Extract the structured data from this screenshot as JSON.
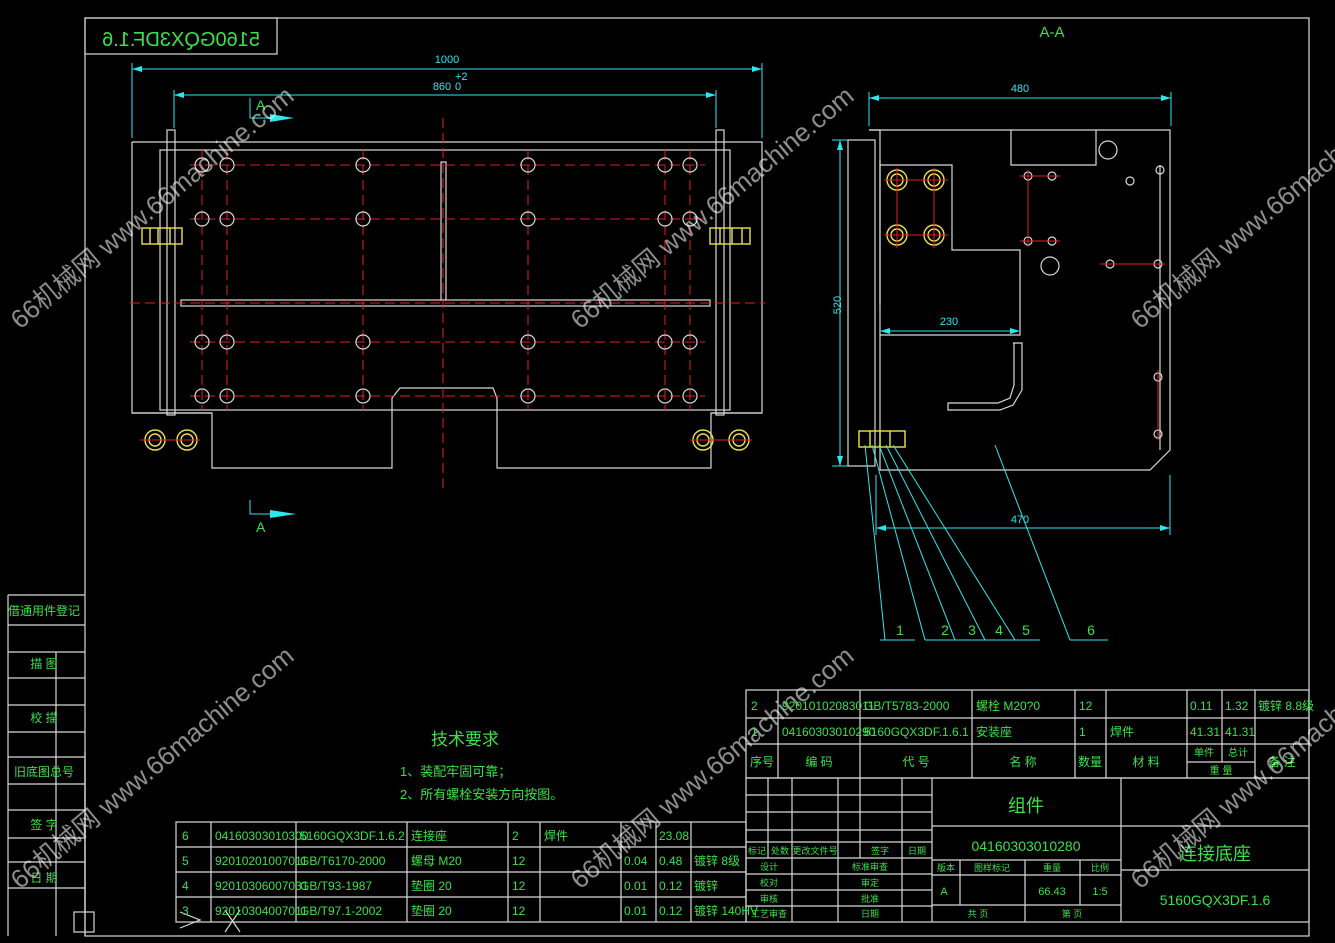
{
  "drawing_code_mirrored": "5160GQX3DF.1.6",
  "section_title": "A-A",
  "section_mark": "A",
  "dims": {
    "overall_width": "1000",
    "inner_width": "860",
    "inner_tol": "+2",
    "inner_tol_lo": "0",
    "side_width": "480",
    "side_height": "520",
    "side_inner": "230",
    "side_bottom": "470"
  },
  "balloons": [
    "1",
    "2",
    "3",
    "4",
    "5",
    "6"
  ],
  "left_strip": [
    "借通用件登记",
    "描 图",
    "校 描",
    "旧底图总号",
    "签 字",
    "日 期"
  ],
  "tech_req": {
    "title": "技术要求",
    "items": [
      "1、装配牢固可靠；",
      "2、所有螺栓安装方向按图。"
    ]
  },
  "bom_lower": [
    [
      "6",
      "04160303010300",
      "5160GQX3DF.1.6.2",
      "连接座",
      "2",
      "焊件",
      "",
      "23.08",
      ""
    ],
    [
      "5",
      "92010201007011",
      "GB/T6170-2000",
      "螺母 M20",
      "12",
      "",
      "0.04",
      "0.48",
      "镀锌 8级"
    ],
    [
      "4",
      "92010306007031",
      "GB/T93-1987",
      "垫圈 20",
      "12",
      "",
      "0.01",
      "0.12",
      "镀锌"
    ],
    [
      "3",
      "92010304007011",
      "GB/T97.1-2002",
      "垫圈 20",
      "12",
      "",
      "0.01",
      "0.12",
      "镀锌 140HV"
    ]
  ],
  "bom_upper": [
    [
      "2",
      "92010102083011",
      "GB/T5783-2000",
      "螺栓 M20?0",
      "12",
      "",
      "0.11",
      "1.32",
      "镀锌 8.8级"
    ],
    [
      "1",
      "04160303010290",
      "5160GQX3DF.1.6.1",
      "安装座",
      "1",
      "焊件",
      "41.31",
      "41.31",
      ""
    ]
  ],
  "bom_header": [
    "序号",
    "编 码",
    "代 号",
    "名 称",
    "数量",
    "材 料",
    "单件",
    "总计",
    "重 量",
    "备 注"
  ],
  "title_block": {
    "kind": "组件",
    "code": "04160303010280",
    "name": "连接底座",
    "drawing_no": "5160GQX3DF.1.6",
    "stage_label": "A",
    "weight": "66.43",
    "scale": "1:5",
    "headers_row": [
      "标记",
      "处数",
      "更改文件号",
      "签字",
      "日期"
    ],
    "roles": [
      "设计",
      "校对",
      "审核",
      "工艺审查"
    ],
    "roles2": [
      "标准审查",
      "审定",
      "批准",
      "日期"
    ],
    "cols": [
      "版本",
      "图样标记",
      "重量",
      "比例"
    ],
    "sheets": [
      "共 页",
      "第 页"
    ]
  },
  "watermark": "66机械网 www.66machine.com"
}
